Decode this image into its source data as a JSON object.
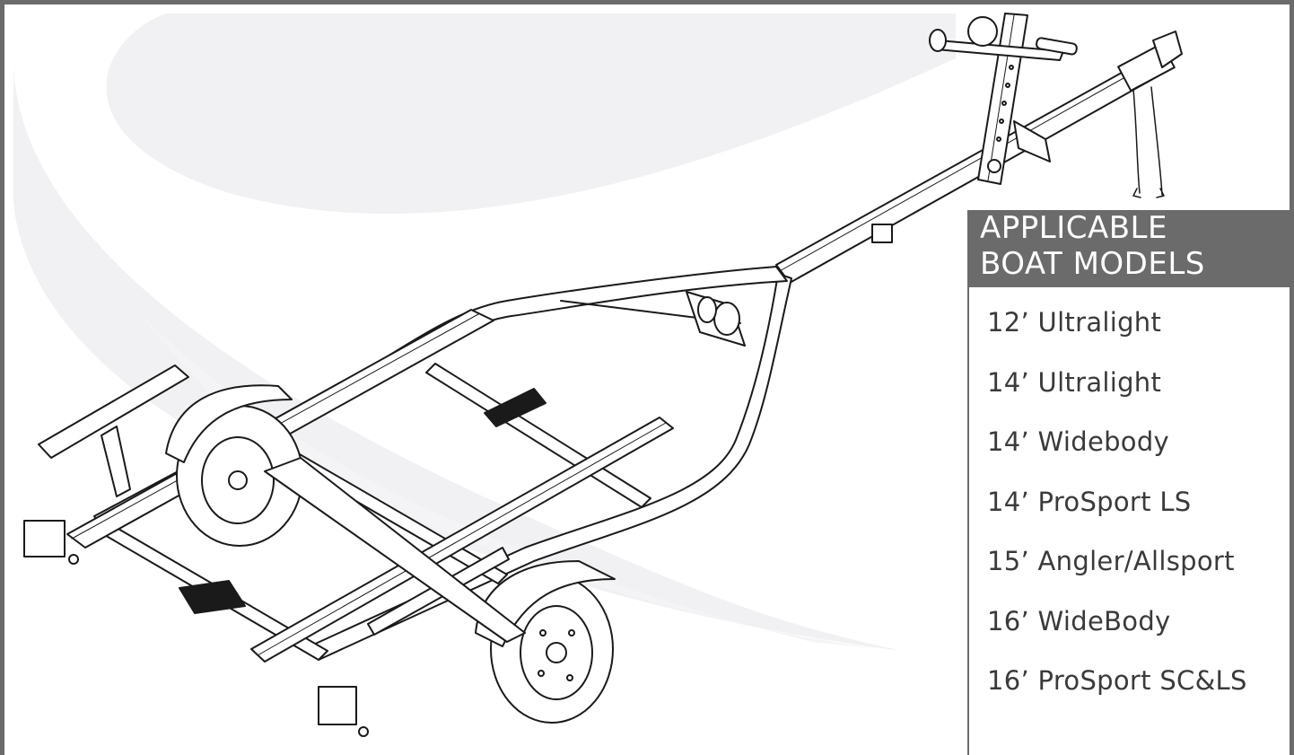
{
  "panel": {
    "title_line1": "APPLICABLE",
    "title_line2": "BOAT MODELS",
    "models": [
      "12’ Ultralight",
      "14’ Ultralight",
      "14’ Widebody",
      "14’ ProSport LS",
      "15’ Angler/Allsport",
      "16’ WideBody",
      "16’ ProSport SC&LS"
    ]
  },
  "colors": {
    "header_bg": "#6b6b6b",
    "border": "#6b6b6b",
    "swoosh": "#f1f1f3",
    "line_art": "#1a1a1a",
    "text": "#3a3a3a"
  },
  "illustration": {
    "subject": "boat-trailer-line-drawing"
  }
}
